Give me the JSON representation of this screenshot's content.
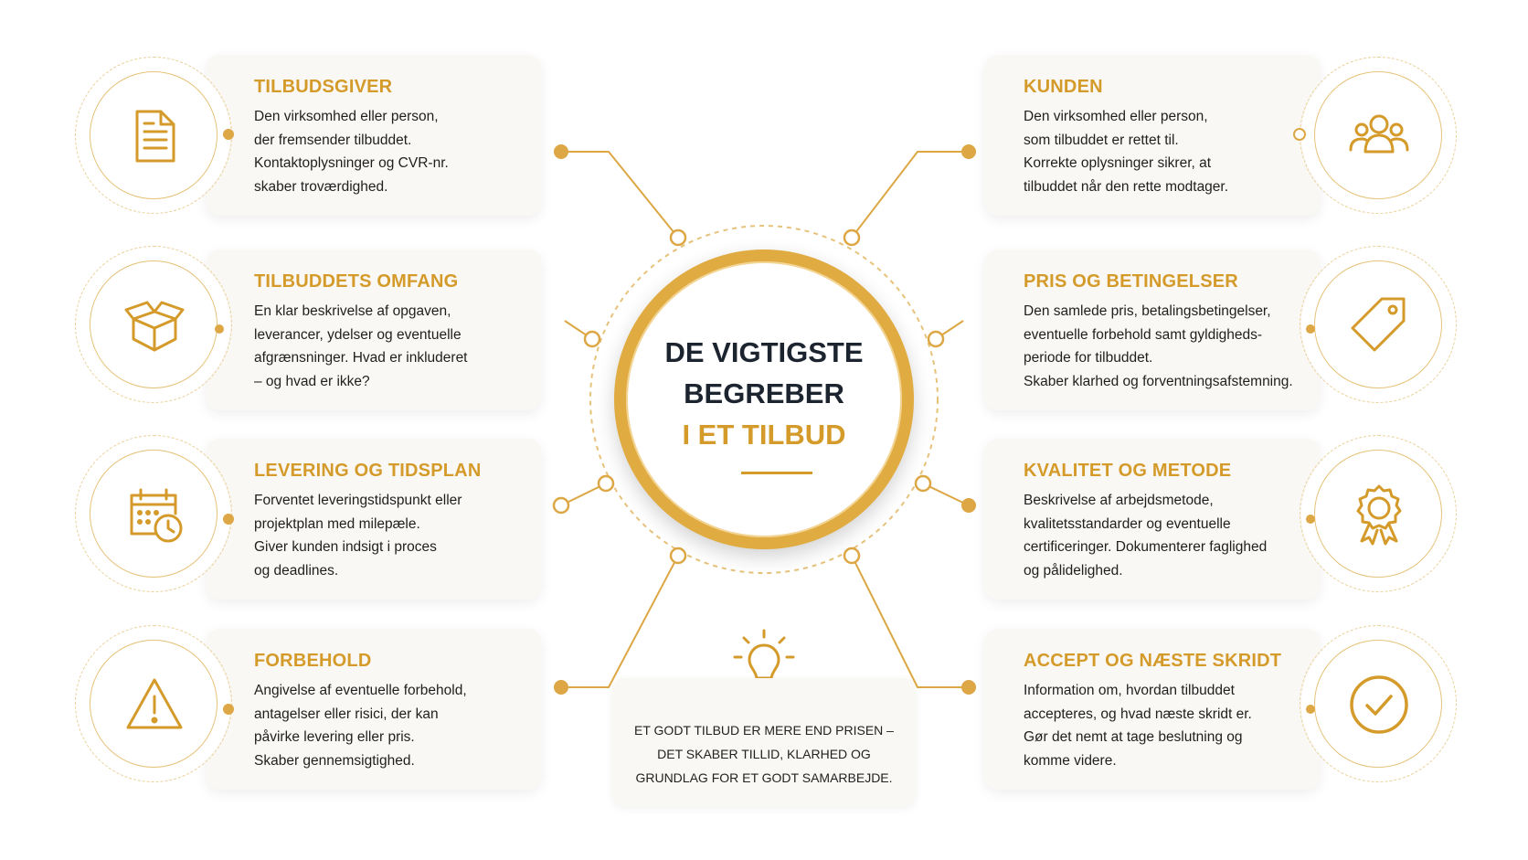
{
  "center": {
    "line1": "DE VIGTIGSTE",
    "line2": "BEGREBER",
    "line3": "I ET TILBUD"
  },
  "tip": {
    "line1": "ET GODT TILBUD ER MERE END PRISEN –",
    "line2": "DET SKABER TILLID, KLARHED OG",
    "line3": "GRUNDLAG FOR ET GODT SAMARBEJDE.",
    "icon": "lightbulb-icon"
  },
  "left_items": [
    {
      "title": "TILBUDSGIVER",
      "icon": "document-icon",
      "lines": [
        "Den virksomhed eller person,",
        "der fremsender tilbuddet.",
        "Kontaktoplysninger og CVR-nr.",
        "skaber troværdighed."
      ]
    },
    {
      "title": "TILBUDDETS OMFANG",
      "icon": "open-box-icon",
      "lines": [
        "En klar beskrivelse af opgaven,",
        "leverancer, ydelser og eventuelle",
        "afgrænsninger. Hvad er inkluderet",
        "– og hvad er ikke?"
      ]
    },
    {
      "title": "LEVERING OG TIDSPLAN",
      "icon": "calendar-clock-icon",
      "lines": [
        "Forventet leveringstidspunkt eller",
        "projektplan med milepæle.",
        "Giver kunden indsigt i proces",
        "og deadlines."
      ]
    },
    {
      "title": "FORBEHOLD",
      "icon": "warning-icon",
      "lines": [
        "Angivelse af eventuelle forbehold,",
        "antagelser eller risici, der kan",
        "påvirke levering eller pris.",
        "Skaber gennemsigtighed."
      ]
    }
  ],
  "right_items": [
    {
      "title": "KUNDEN",
      "icon": "people-icon",
      "lines": [
        "Den virksomhed eller person,",
        "som tilbuddet er rettet til.",
        "Korrekte oplysninger sikrer, at",
        "tilbuddet når den rette modtager."
      ]
    },
    {
      "title": "PRIS OG BETINGELSER",
      "icon": "price-tag-icon",
      "lines": [
        "Den samlede pris, betalingsbetingelser,",
        "eventuelle forbehold samt gyldigheds-",
        "periode for tilbuddet.",
        "Skaber klarhed og forventningsafstemning."
      ]
    },
    {
      "title": "KVALITET OG METODE",
      "icon": "award-badge-icon",
      "lines": [
        "Beskrivelse af arbejdsmetode,",
        "kvalitetsstandarder og eventuelle",
        "certificeringer. Dokumenterer faglighed",
        "og pålidelighed."
      ]
    },
    {
      "title": "ACCEPT OG NÆSTE SKRIDT",
      "icon": "checkmark-circle-icon",
      "lines": [
        "Information om, hvordan tilbuddet",
        "accepteres, og hvad næste skridt er.",
        "Gør det nemt at tage beslutning og",
        "komme videre."
      ]
    }
  ],
  "colors": {
    "accent": "#d49a2a",
    "ring": "#e0ab40",
    "card": "#faf8f4",
    "title_dark": "#1c2430",
    "text": "#1f1f1f"
  }
}
